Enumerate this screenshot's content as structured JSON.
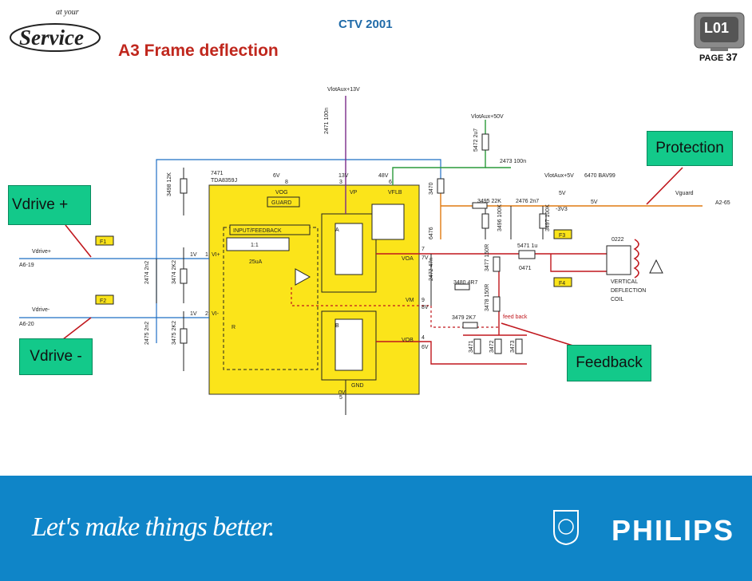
{
  "header": {
    "logo_small": "at your",
    "logo": "Service",
    "program": "CTV 2001",
    "title": "A3 Frame deflection",
    "badge": "L01",
    "page_label": "PAGE",
    "page_number": "37"
  },
  "callouts": {
    "protection": "Protection",
    "vdrive_plus": "Vdrive +",
    "vdrive_minus": "Vdrive -",
    "feedback": "Feedback"
  },
  "schematic": {
    "supply_top": "VlotAux+13V",
    "supply_right": "VlotAux+50V",
    "supply_prot": "VlotAux+5V",
    "ic_ref": "7471",
    "ic_type": "TDA8359J",
    "block_input": "INPUT/FEEDBACK",
    "ratio": "1:1",
    "current": "25uA",
    "guard": "GUARD",
    "pins": {
      "vog": "VOG",
      "vp": "VP",
      "vflb": "VFLB",
      "voa": "VOA",
      "vm": "VM",
      "vob": "VOB",
      "gnd": "GND",
      "vi_plus": "VI+",
      "vi_minus": "VI-"
    },
    "pin_numbers": {
      "p1": "1",
      "p2": "2",
      "p3": "3",
      "p4": "4",
      "p5": "5",
      "p6": "6",
      "p7": "7",
      "p8": "8",
      "p9": "9"
    },
    "voltages": {
      "v6": "6V",
      "v13": "13V",
      "v48": "48V",
      "v1a": "1V",
      "v1b": "1V",
      "v7": "7V",
      "v8": "8V",
      "v0": "0V",
      "v5": "5V",
      "vm3": "-3V3",
      "v5b": "5V",
      "v6b": "6V"
    },
    "nets": {
      "vdrive_p": "Vdrive+",
      "vdrive_m": "Vdrive-",
      "a6_19": "A6-19",
      "a6_20": "A6-20",
      "vguard": "Vguard",
      "a2_65": "A2-65"
    },
    "fuses": {
      "f1": "F1",
      "f2": "F2",
      "f3": "F3",
      "f4": "F4"
    },
    "blocks": {
      "a": "A",
      "b": "B"
    },
    "components": [
      {
        "ref": "2471",
        "val": "100n"
      },
      {
        "ref": "3498",
        "val": "12K"
      },
      {
        "ref": "5472",
        "val": "2u7"
      },
      {
        "ref": "2473",
        "val": "100n"
      },
      {
        "ref": "6470",
        "val": "BAV99"
      },
      {
        "ref": "3470",
        "val": ""
      },
      {
        "ref": "3495",
        "val": "22K"
      },
      {
        "ref": "2476",
        "val": "2n7"
      },
      {
        "ref": "3496",
        "val": "100K"
      },
      {
        "ref": "3497",
        "val": "100K"
      },
      {
        "ref": "6476",
        "val": ""
      },
      {
        "ref": "5471",
        "val": "1u"
      },
      {
        "ref": "0471",
        "val": ""
      },
      {
        "ref": "3477",
        "val": "150R"
      },
      {
        "ref": "2472",
        "val": "47n"
      },
      {
        "ref": "3480",
        "val": "4R7"
      },
      {
        "ref": "3478",
        "val": "150R"
      },
      {
        "ref": "3479",
        "val": "2K7"
      },
      {
        "ref": "3471",
        "val": ""
      },
      {
        "ref": "3472",
        "val": ""
      },
      {
        "ref": "3473",
        "val": ""
      },
      {
        "ref": "2474",
        "val": "2n2"
      },
      {
        "ref": "3474",
        "val": "2K2"
      },
      {
        "ref": "2475",
        "val": "2n2"
      },
      {
        "ref": "3475",
        "val": "2K2"
      },
      {
        "ref": "0222",
        "val": ""
      }
    ],
    "feedback_label": "feed back",
    "coil_label_1": "VERTICAL",
    "coil_label_2": "DEFLECTION",
    "coil_label_3": "COIL",
    "resistor_r": "R"
  },
  "footer": {
    "slogan": "Let's make things better.",
    "brand": "PHILIPS"
  },
  "colors": {
    "header_blue": "#1f6aa8",
    "title_red": "#c0271d",
    "ic_yellow": "#fbe41a",
    "callout_green": "#13c98a",
    "footer_blue": "#0f85c8"
  }
}
